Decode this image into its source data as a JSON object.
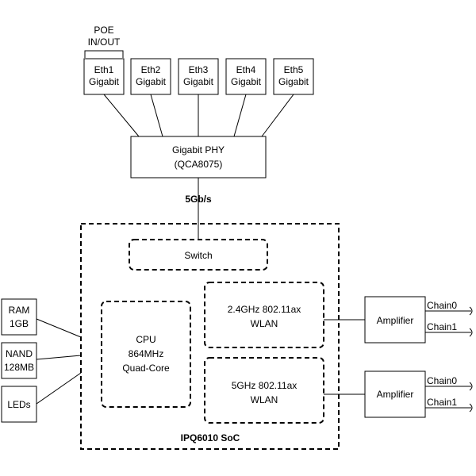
{
  "poe": {
    "line1": "POE",
    "line2": "IN/OUT"
  },
  "ports": [
    {
      "line1": "Eth1",
      "line2": "Gigabit"
    },
    {
      "line1": "Eth2",
      "line2": "Gigabit"
    },
    {
      "line1": "Eth3",
      "line2": "Gigabit"
    },
    {
      "line1": "Eth4",
      "line2": "Gigabit"
    },
    {
      "line1": "Eth5",
      "line2": "Gigabit"
    }
  ],
  "phy": {
    "line1": "Gigabit PHY",
    "line2": "(QCA8075)"
  },
  "link_speed": "5Gb/s",
  "soc": {
    "label": "IPQ6010 SoC",
    "switch": "Switch",
    "cpu": {
      "line1": "CPU",
      "line2": "864MHz",
      "line3": "Quad-Core"
    },
    "wlan24": {
      "line1": "2.4GHz 802.11ax",
      "line2": "WLAN"
    },
    "wlan5": {
      "line1": "5GHz 802.11ax",
      "line2": "WLAN"
    }
  },
  "peripherals": {
    "ram": {
      "line1": "RAM",
      "line2": "1GB"
    },
    "nand": {
      "line1": "NAND",
      "line2": "128MB"
    },
    "leds": "LEDs"
  },
  "amplifiers": [
    {
      "label": "Amplifier",
      "chain0": "Chain0",
      "chain1": "Chain1"
    },
    {
      "label": "Amplifier",
      "chain0": "Chain0",
      "chain1": "Chain1"
    }
  ]
}
